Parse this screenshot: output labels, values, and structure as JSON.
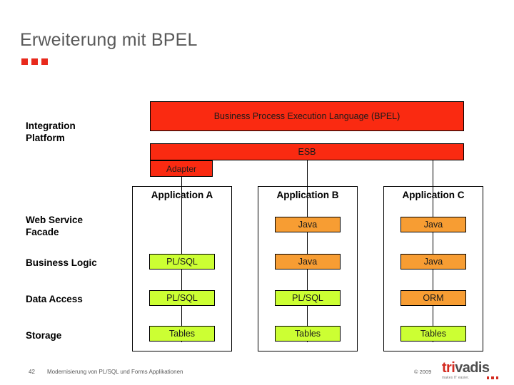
{
  "slide": {
    "title": "Erweiterung mit BPEL",
    "accent_color": "#E8291C"
  },
  "left_labels": {
    "integration_platform": "Integration\nPlatform",
    "web_service_facade": "Web Service\nFacade",
    "business_logic": "Business Logic",
    "data_access": "Data Access",
    "storage": "Storage"
  },
  "integration": {
    "bpel_bar": "Business Process Execution Language (BPEL)",
    "esb_bar": "ESB",
    "adapter": "Adapter",
    "bar_color": "#FA2A11"
  },
  "applications": [
    {
      "title": "Application A",
      "web_service_facade": "",
      "business_logic": "PL/SQL",
      "data_access": "PL/SQL",
      "storage": "Tables"
    },
    {
      "title": "Application B",
      "web_service_facade": "Java",
      "business_logic": "Java",
      "data_access": "PL/SQL",
      "storage": "Tables"
    },
    {
      "title": "Application C",
      "web_service_facade": "Java",
      "business_logic": "Java",
      "data_access": "ORM",
      "storage": "Tables"
    }
  ],
  "legend_colors": {
    "plsql_green": "#CCFF33",
    "java_orange": "#F79D33"
  },
  "footer": {
    "page_number": "42",
    "text": "Modernisierung von PL/SQL und Forms Applikationen",
    "copyright": "© 2009",
    "logo_tri": "tri",
    "logo_vadis": "vadis",
    "logo_tagline": "makes IT easier."
  }
}
